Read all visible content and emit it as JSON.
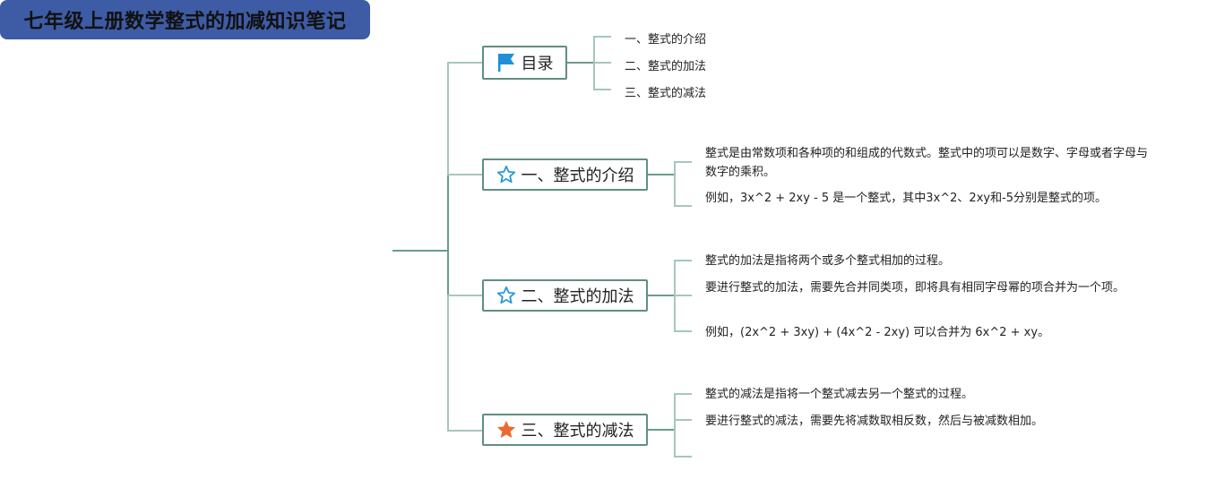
{
  "root": {
    "title": "七年级上册数学整式的加减知识笔记",
    "color": "#3e5ba5"
  },
  "colors": {
    "line_light": "#a6c6bd",
    "line_dark": "#6a9d8e",
    "node_border": "#5f8f82",
    "flag": "#1f8fd8",
    "star_outline": "#2a9ad8",
    "star_filled": "#ec6a32"
  },
  "branches": [
    {
      "icon": "flag-icon",
      "label": "目录",
      "children": [
        "一、整式的介绍",
        "二、整式的加法",
        "三、整式的减法"
      ]
    },
    {
      "icon": "star-outline-icon",
      "label": "一、整式的介绍",
      "children": [
        "整式是由常数项和各种项的和组成的代数式。整式中的项可以是数字、字母或者字母与数字的乘积。",
        "例如，3x^2 + 2xy - 5 是一个整式，其中3x^2、2xy和-5分别是整式的项。"
      ]
    },
    {
      "icon": "star-outline-icon",
      "label": "二、整式的加法",
      "children": [
        "整式的加法是指将两个或多个整式相加的过程。",
        "要进行整式的加法，需要先合并同类项，即将具有相同字母幂的项合并为一个项。",
        "例如，(2x^2 + 3xy) + (4x^2 - 2xy) 可以合并为 6x^2 + xy。"
      ]
    },
    {
      "icon": "star-filled-icon",
      "label": "三、整式的减法",
      "children": [
        "整式的减法是指将一个整式减去另一个整式的过程。",
        "要进行整式的减法，需要先将减数取相反数，然后与被减数相加。",
        ""
      ]
    }
  ]
}
